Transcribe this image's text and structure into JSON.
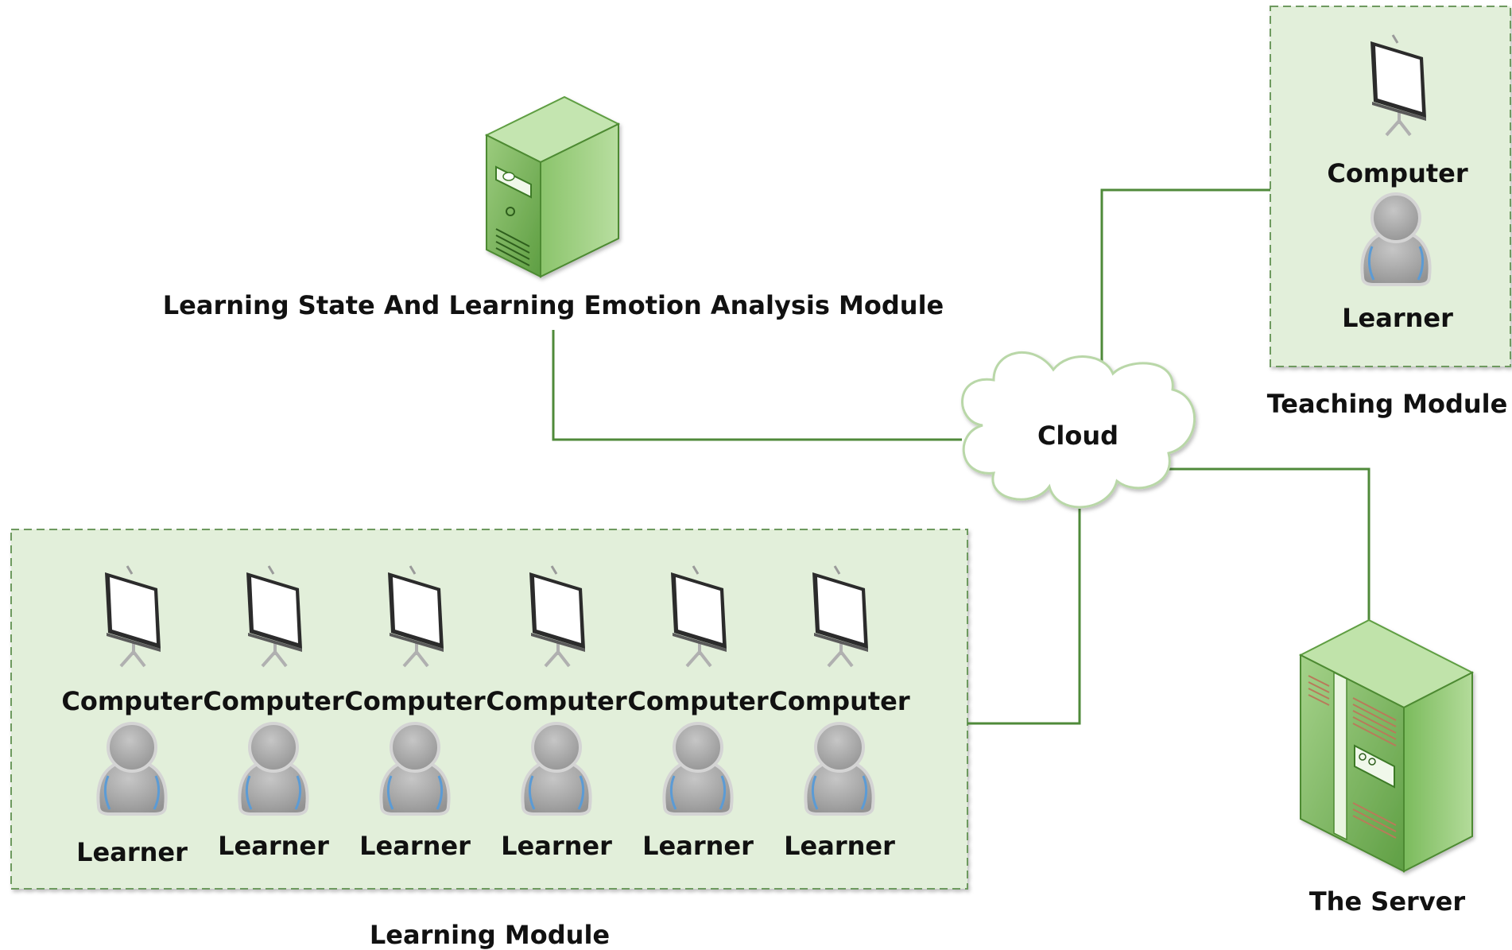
{
  "analysis_module": {
    "label": "Learning State And Learning Emotion Analysis Module"
  },
  "cloud": {
    "label": "Cloud"
  },
  "teaching_module": {
    "title": "Teaching Module",
    "computer_label": "Computer",
    "learner_label": "Learner"
  },
  "learning_module": {
    "title": "Learning Module",
    "stations": [
      {
        "computer_label": "Computer",
        "learner_label": "Learner"
      },
      {
        "computer_label": "Computer",
        "learner_label": "Learner"
      },
      {
        "computer_label": "Computer",
        "learner_label": "Learner"
      },
      {
        "computer_label": "Computer",
        "learner_label": "Learner"
      },
      {
        "computer_label": "Computer",
        "learner_label": "Learner"
      },
      {
        "computer_label": "Computer",
        "learner_label": "Learner"
      }
    ]
  },
  "server": {
    "label": "The Server"
  },
  "colors": {
    "line": "#4f8a3a",
    "module_fill": "#e2efda",
    "module_border": "#6e9a5e",
    "cloud_outline": "#b9d7a8"
  },
  "icons": {
    "analysis": "tower-server-icon",
    "server": "rack-server-icon",
    "computer": "projector-screen-icon",
    "learner": "user-icon",
    "cloud": "cloud-icon"
  }
}
